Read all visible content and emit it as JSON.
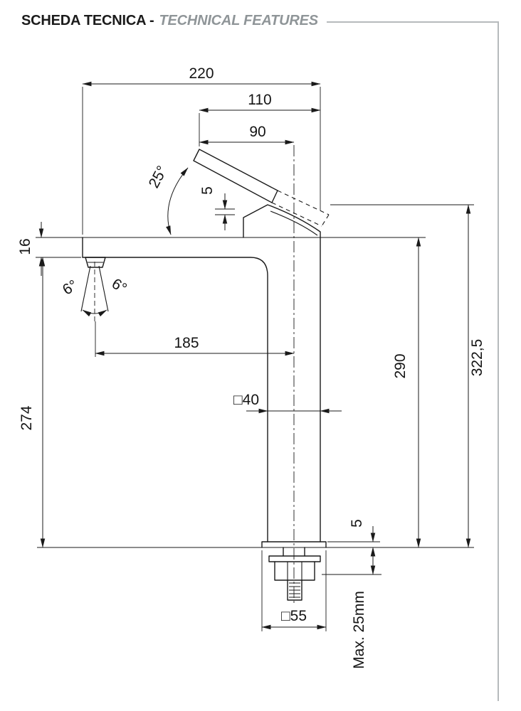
{
  "header": {
    "title_primary": "SCHEDA TECNICA -",
    "title_secondary": "TECHNICAL FEATURES"
  },
  "dims": {
    "top_width": "220",
    "handle_reach": "110",
    "spout_reach": "90",
    "handle_angle": "25°",
    "spout_lip": "5",
    "spout_thickness": "16",
    "spray_angle_left": "6°",
    "spray_angle_right": "6°",
    "outlet_offset": "185",
    "body_section": "□40",
    "outlet_height": "274",
    "spout_top_height": "290",
    "total_height": "322,5",
    "base_plate_height": "5",
    "base_section": "□55",
    "max_counter_thickness": "Max. 25mm"
  },
  "colors": {
    "line": "#1a1a1a",
    "rule_gray": "#b6babc",
    "title_secondary": "#8f9598"
  }
}
